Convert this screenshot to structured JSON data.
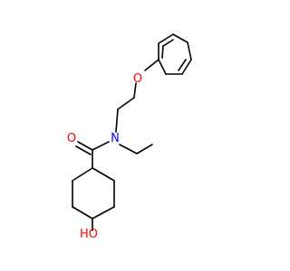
{
  "colors": {
    "bond": "#000000",
    "oxygen": "#FF0000",
    "nitrogen": "#0000FF"
  },
  "atoms": {
    "ether_oxygen": "O",
    "carbonyl_oxygen": "O",
    "amide_nitrogen": "N",
    "hydroxyl": "HO"
  }
}
